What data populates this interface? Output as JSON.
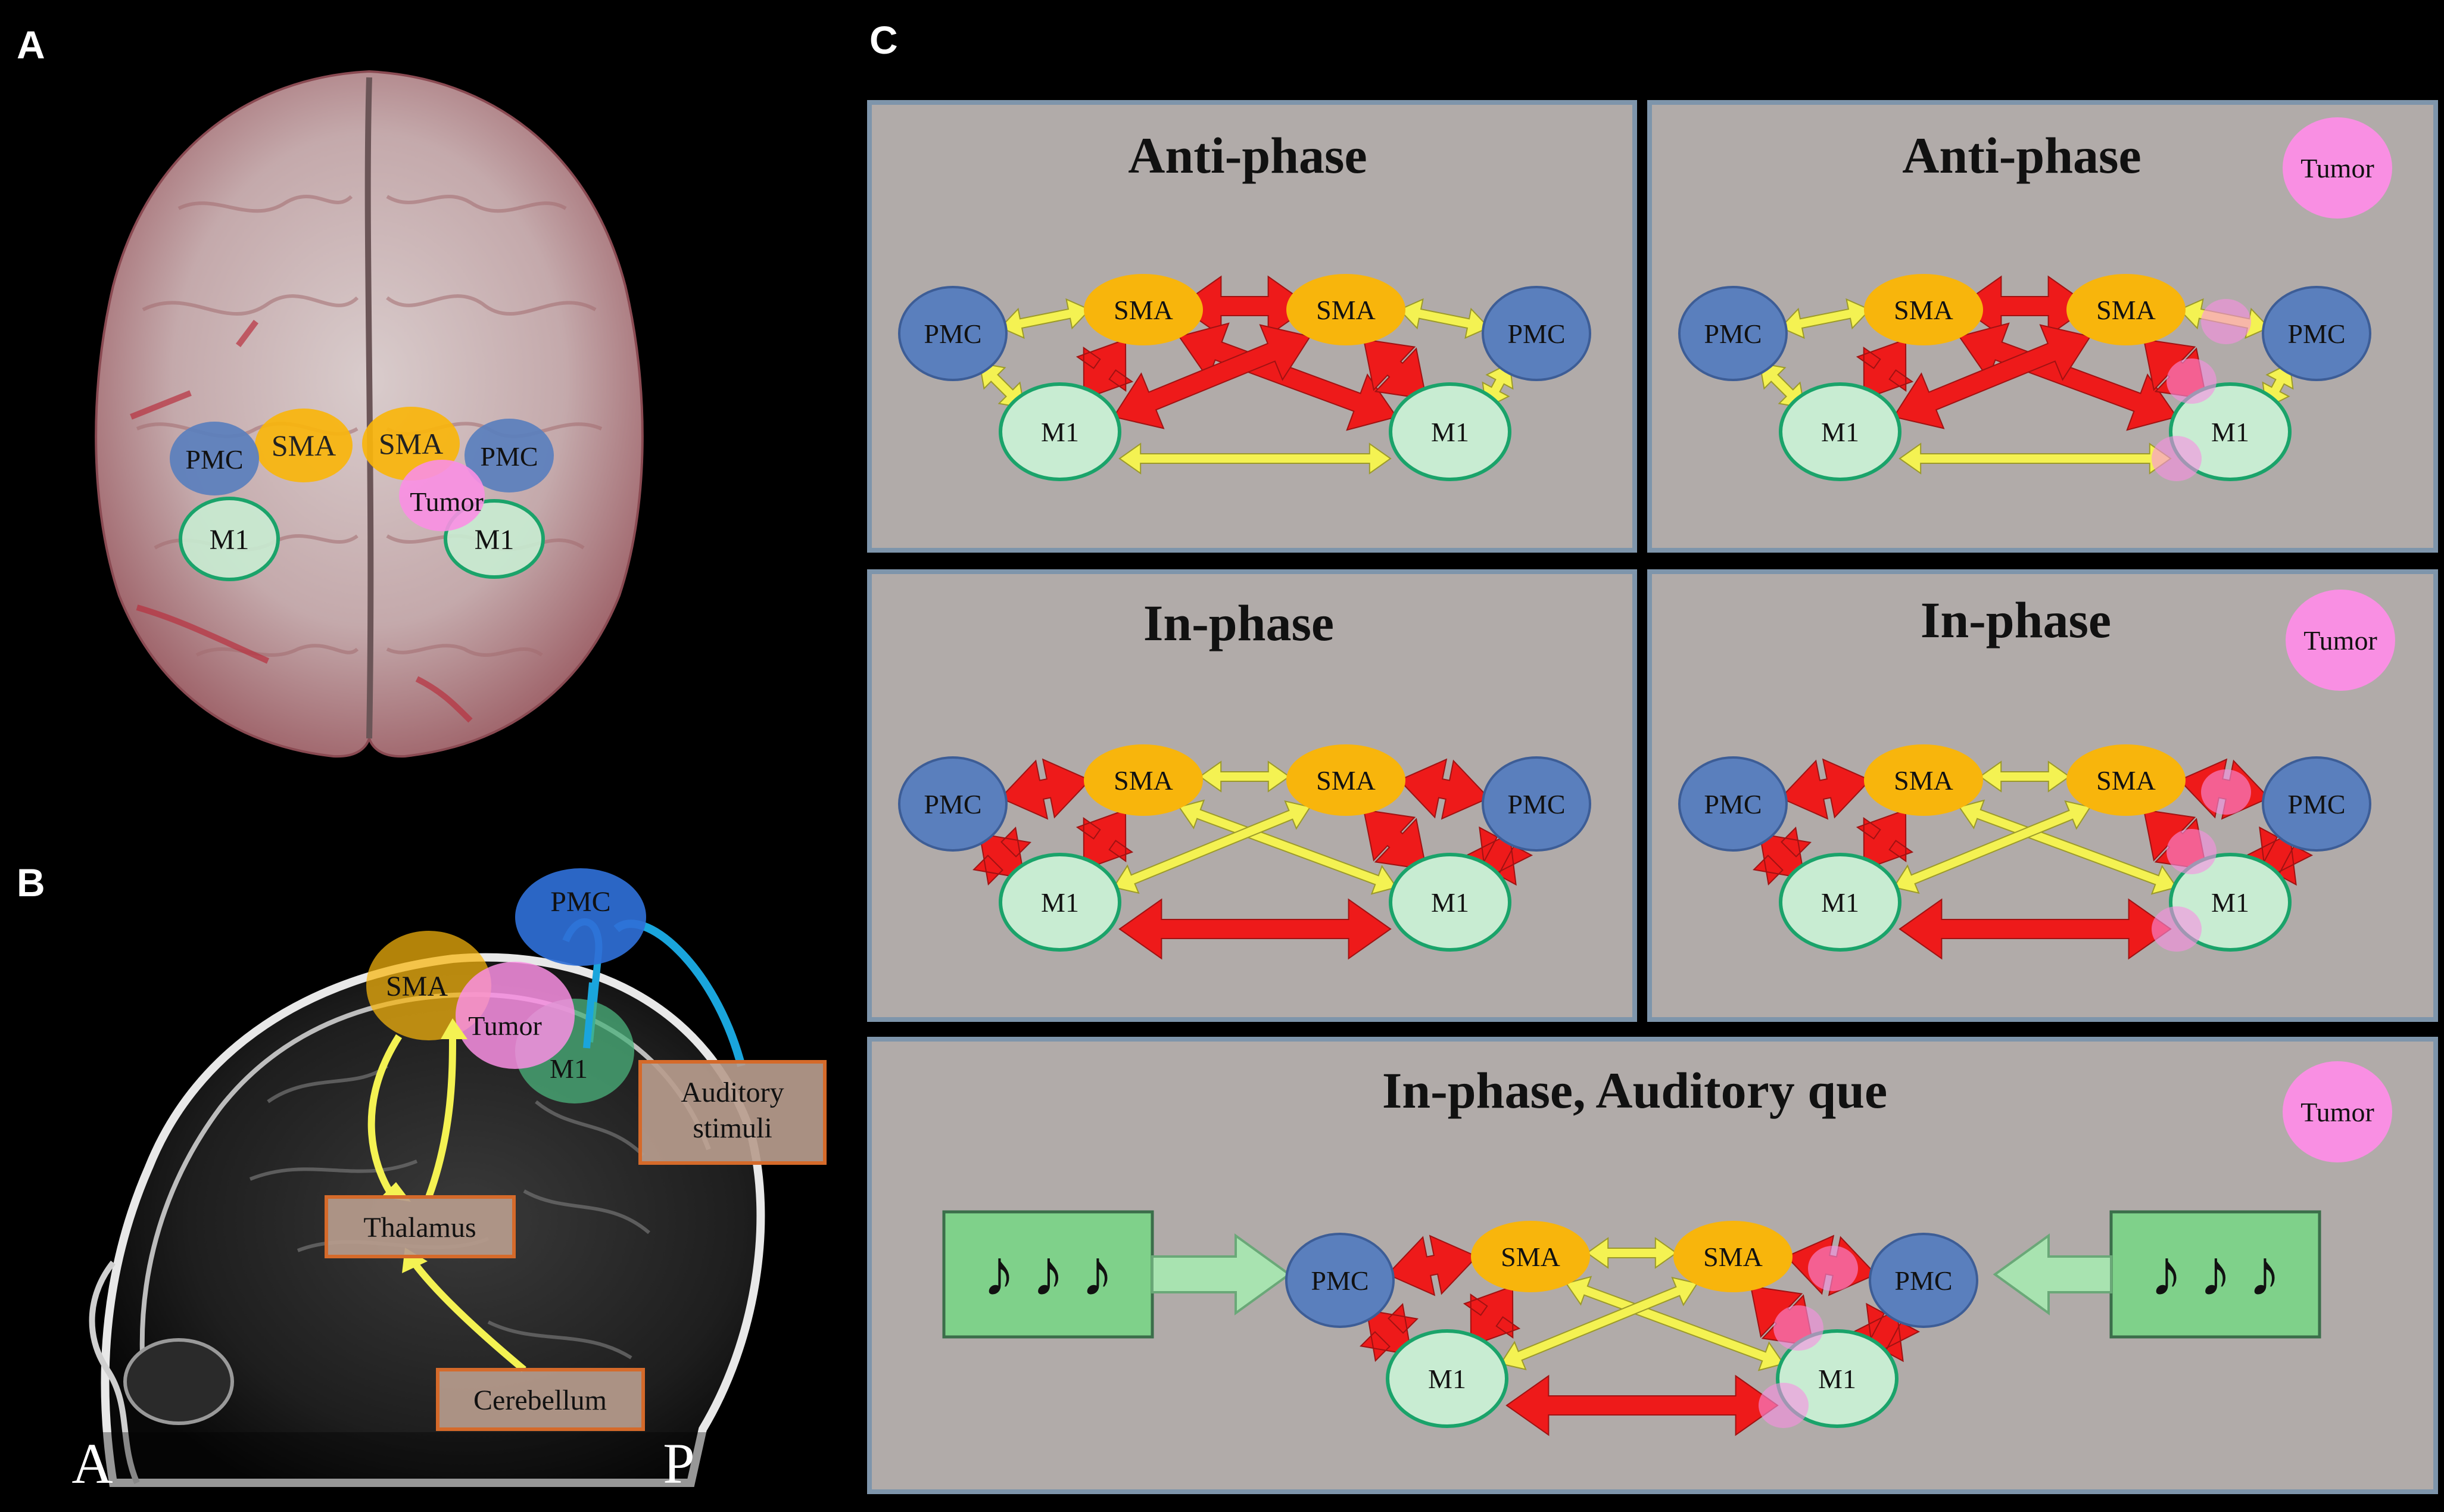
{
  "panel_labels": {
    "a": "A",
    "b": "B",
    "c": "C"
  },
  "colors": {
    "background": "#000000",
    "panel_bg": "#b1aba9",
    "panel_border": "#7e95ab",
    "sma": "#f8b50c",
    "pmc": "#5a7fbd",
    "m1": "#c8ecd2",
    "m1_border": "#1aa36a",
    "tumor": "#f98fe3",
    "red_arrow": "#ee1a1a",
    "yellow_arrow": "#f4f252",
    "blue_arrow": "#1aa5dc",
    "box_fill": "#b79c8d",
    "box_border": "#d56a2a",
    "cue_fill": "#7fd18a"
  },
  "brain_top": {
    "sma_left": "SMA",
    "sma_right": "SMA",
    "pmc_left": "PMC",
    "pmc_right": "PMC",
    "m1_left": "M1",
    "m1_right": "M1",
    "tumor": "Tumor"
  },
  "sagittal": {
    "pmc": "PMC",
    "sma": "SMA",
    "tumor": "Tumor",
    "m1": "M1",
    "auditory_line1": "Auditory",
    "auditory_line2": "stimuli",
    "thalamus": "Thalamus",
    "cerebellum": "Cerebellum",
    "anterior": "A",
    "posterior": "P"
  },
  "networks": {
    "node_labels": {
      "sma": "SMA",
      "pmc": "PMC",
      "m1": "M1"
    },
    "tumor_label": "Tumor",
    "anti_left_title": "Anti-phase",
    "anti_right_title": "Anti-phase",
    "in_left_title": "In-phase",
    "in_right_title": "In-phase",
    "auditory_title": "In-phase, Auditory que",
    "music_notes": "♪ ♪ ♪"
  }
}
